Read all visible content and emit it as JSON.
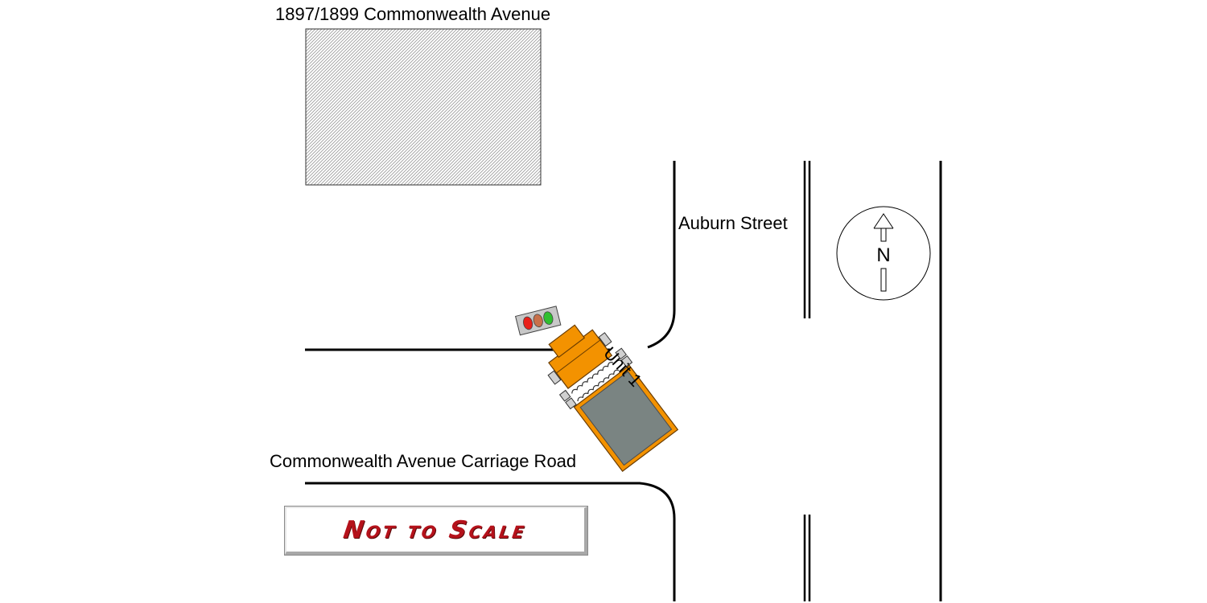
{
  "building": {
    "label": "1897/1899 Commonwealth Avenue"
  },
  "streets": {
    "auburn": "Auburn Street",
    "carriage_road": "Commonwealth Avenue Carriage Road"
  },
  "vehicle": {
    "label": "Unit 1",
    "body_color": "#f39200",
    "bed_color": "#7a8482"
  },
  "traffic_signal": {
    "lamps": [
      "#e8201a",
      "#c8704a",
      "#2fbf2f"
    ]
  },
  "compass": {
    "letter": "N"
  },
  "scale_note": {
    "text": "Not to Scale",
    "color": "#b5121b"
  }
}
